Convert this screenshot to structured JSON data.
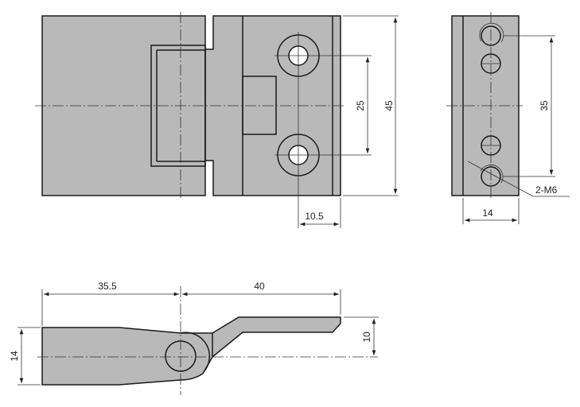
{
  "drawing": {
    "front_view": {
      "dim_hole_spacing": "25",
      "dim_height": "45",
      "dim_hole_edge": "10.5"
    },
    "side_view": {
      "dim_hole_spacing": "35",
      "dim_width": "14",
      "thread_callout": "2-M6"
    },
    "bottom_view": {
      "dim_left_length": "35.5",
      "dim_right_length": "40",
      "dim_offset": "10",
      "dim_thickness": "14"
    },
    "colors": {
      "part_fill": "#b9b9b9",
      "line": "#1a1a1a"
    }
  }
}
